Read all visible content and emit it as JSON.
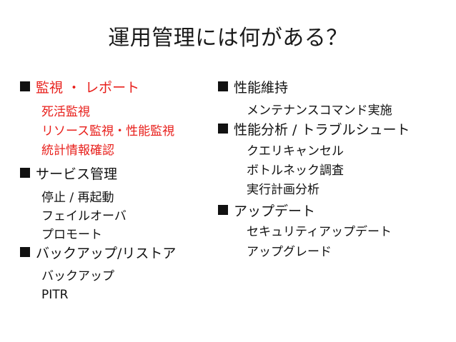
{
  "title": "運用管理には何がある？",
  "accent_color": "#e8201c",
  "left": {
    "sections": [
      {
        "heading": "監視 ・ レポート",
        "highlight": true,
        "items": [
          "死活監視",
          "リソース監視・性能監視",
          "統計情報確認"
        ]
      },
      {
        "heading": "サービス管理",
        "highlight": false,
        "items": [
          "停止 / 再起動",
          "フェイルオーバ",
          "プロモート"
        ]
      },
      {
        "heading": "バックアップ/リストア",
        "highlight": false,
        "items": [
          "バックアップ",
          "PITR"
        ]
      }
    ]
  },
  "right": {
    "sections": [
      {
        "heading": "性能維持",
        "items": [
          "メンテナンスコマンド実施"
        ]
      },
      {
        "heading": "性能分析 / トラブルシュート",
        "items": [
          "クエリキャンセル",
          "ボトルネック調査",
          "実行計画分析"
        ]
      },
      {
        "heading": "アップデート",
        "items": [
          "セキュリティアップデート",
          "アップグレード"
        ]
      }
    ]
  }
}
